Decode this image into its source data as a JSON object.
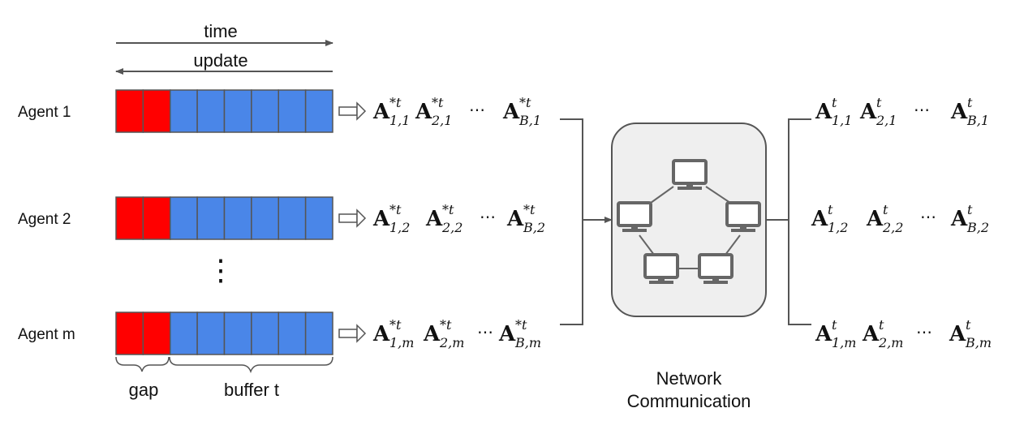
{
  "timeline": {
    "time_label": "time",
    "update_label": "update"
  },
  "agents": [
    {
      "label": "Agent 1",
      "terms": [
        {
          "sup": "*t",
          "sub": "1,1"
        },
        {
          "sup": "*t",
          "sub": "2,1"
        },
        {
          "sup": "*t",
          "sub": "B,1"
        }
      ]
    },
    {
      "label": "Agent 2",
      "terms": [
        {
          "sup": "*t",
          "sub": "1,2"
        },
        {
          "sup": "*t",
          "sub": "2,2"
        },
        {
          "sup": "*t",
          "sub": "B,2"
        }
      ]
    },
    {
      "label": "Agent m",
      "terms": [
        {
          "sup": "*t",
          "sub": "1,m"
        },
        {
          "sup": "*t",
          "sub": "2,m"
        },
        {
          "sup": "*t",
          "sub": "B,m"
        }
      ]
    }
  ],
  "vertical_dots": "⋮",
  "buffer": {
    "gap_cells": 2,
    "buffer_cells": 6,
    "gap_color": "#ff0000",
    "buffer_color": "#4a86e8",
    "gap_label": "gap",
    "buffer_label": "buffer t"
  },
  "matrix_symbol": "A",
  "ellipsis": "⋯",
  "network": {
    "label_line1": "Network",
    "label_line2": "Communication",
    "box_fill": "#efefef",
    "device_color": "#666666"
  },
  "outputs": [
    {
      "terms": [
        {
          "sup": "t",
          "sub": "1,1"
        },
        {
          "sup": "t",
          "sub": "2,1"
        },
        {
          "sup": "t",
          "sub": "B,1"
        }
      ]
    },
    {
      "terms": [
        {
          "sup": "t",
          "sub": "1,2"
        },
        {
          "sup": "t",
          "sub": "2,2"
        },
        {
          "sup": "t",
          "sub": "B,2"
        }
      ]
    },
    {
      "terms": [
        {
          "sup": "t",
          "sub": "1,m"
        },
        {
          "sup": "t",
          "sub": "2,m"
        },
        {
          "sup": "t",
          "sub": "B,m"
        }
      ]
    }
  ]
}
